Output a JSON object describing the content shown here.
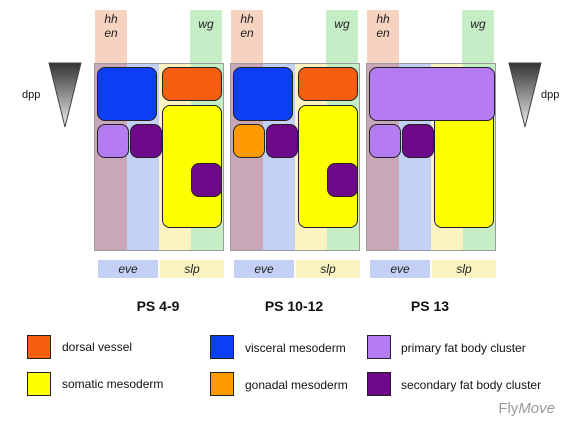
{
  "gradient": {
    "label": "dpp"
  },
  "tags": {
    "hh": "hh",
    "en": "en",
    "wg": "wg"
  },
  "strips": {
    "eve": "eve",
    "slp": "slp"
  },
  "stages": [
    "PS 4-9",
    "PS 10-12",
    "PS 13"
  ],
  "legend": [
    {
      "label": "dorsal vessel",
      "color": "#f75f10"
    },
    {
      "label": "visceral mesoderm",
      "color": "#0b3ef5"
    },
    {
      "label": "primary fat body cluster",
      "color": "#b57cf2"
    },
    {
      "label": "somatic mesoderm",
      "color": "#ffff00"
    },
    {
      "label": "gonadal mesoderm",
      "color": "#ff9a00"
    },
    {
      "label": "secondary fat body cluster",
      "color": "#6e0a8a"
    }
  ],
  "brand": {
    "fly": "Fly",
    "move": "Move"
  }
}
